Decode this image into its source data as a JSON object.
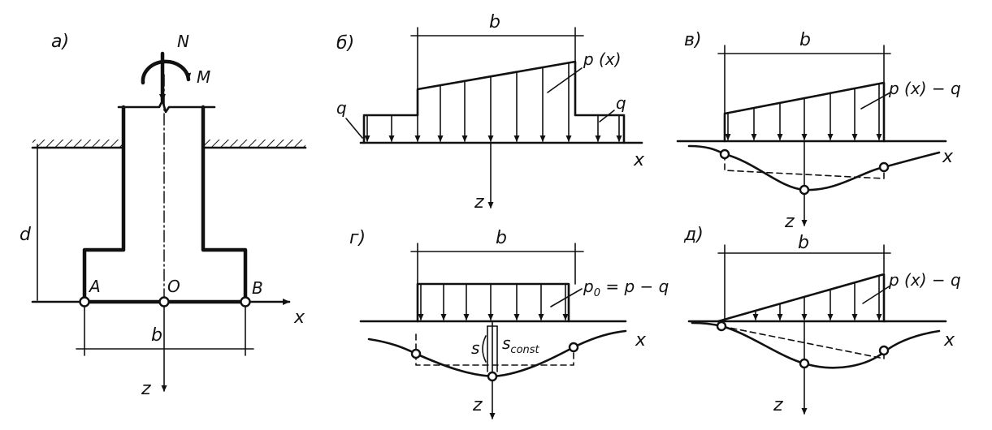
{
  "panels": {
    "a": {
      "tag": "а)",
      "labels": {
        "N": "N",
        "M": "M",
        "d": "d",
        "A": "A",
        "O": "O",
        "B": "B",
        "b": "b",
        "x": "x",
        "z": "z"
      }
    },
    "b": {
      "tag": "б)",
      "labels": {
        "b": "b",
        "p": "p (x)",
        "q_left": "q",
        "q_right": "q",
        "x": "x",
        "z": "z"
      }
    },
    "v": {
      "tag": "в)",
      "labels": {
        "b": "b",
        "p": "p (x) − q",
        "x": "x",
        "z": "z"
      }
    },
    "g": {
      "tag": "г)",
      "labels": {
        "b": "b",
        "p0": "p",
        "p0_sub": "0",
        "p0_rest": " = p − q",
        "s": "s",
        "sconst": "s",
        "sconst_sub": "const",
        "x": "x",
        "z": "z"
      }
    },
    "d": {
      "tag": "д)",
      "labels": {
        "b": "b",
        "p": "p (x) − q",
        "x": "x",
        "z": "z"
      }
    }
  }
}
